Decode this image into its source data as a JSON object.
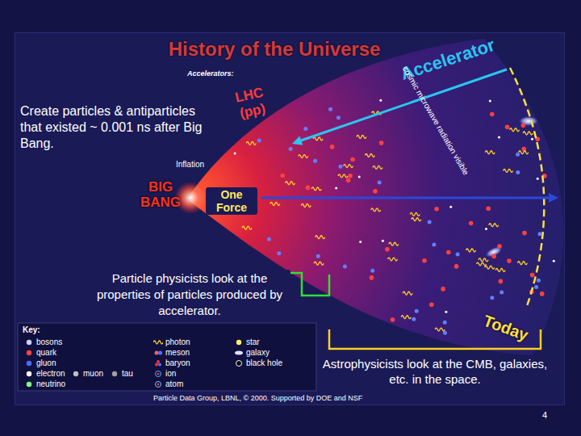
{
  "diagram": {
    "title": "History of the Universe",
    "labels": [
      "Accelerator",
      "Create particles & antiparticles that existed ~ 0.001 ns after Big Bang.",
      "LHC (pp)",
      "BIG BANG",
      "One Force",
      "Particle physicists look at the properties of particles produced by accelerator.",
      "Today",
      "Astrophysicists look at the CMB, galaxies, etc. in the space.",
      "Inflation",
      "Accelerators:",
      "cosmic microwave radiation visible",
      "Key:",
      "Particle Data Group, LBNL, © 2000. Supported by DOE and NSF",
      "4"
    ],
    "legend": [
      {
        "text": "bosons"
      },
      {
        "text": "quark"
      },
      {
        "text": "gluon"
      },
      {
        "text": "electron"
      },
      {
        "text": "muon"
      },
      {
        "text": "tau"
      },
      {
        "text": "neutrino"
      },
      {
        "text": "photon"
      },
      {
        "text": "meson"
      },
      {
        "text": "baryon"
      },
      {
        "text": "ion"
      },
      {
        "text": "atom"
      },
      {
        "text": "star"
      },
      {
        "text": "galaxy"
      },
      {
        "text": "black hole"
      }
    ]
  }
}
